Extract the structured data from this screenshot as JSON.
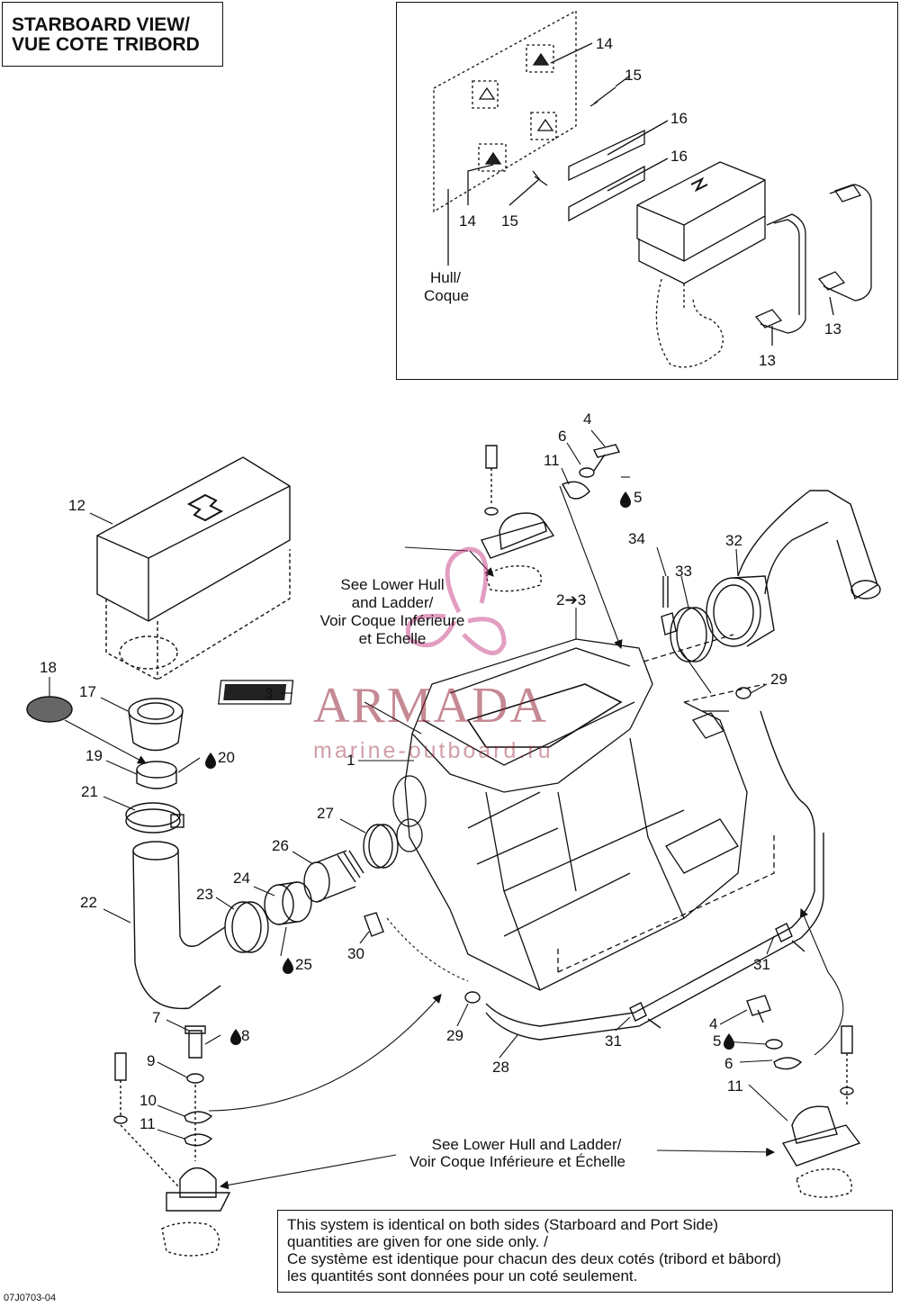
{
  "title": {
    "line1": "STARBOARD VIEW/",
    "line2": "VUE COTE TRIBORD"
  },
  "inset_labels": {
    "hull_line1": "Hull/",
    "hull_line2": "Coque"
  },
  "part_numbers": {
    "p1": "1",
    "p2_3": "2➔3",
    "p3": "3",
    "p4a": "4",
    "p4b": "4",
    "p5a": "5",
    "p5b": "5",
    "p6a": "6",
    "p6b": "6",
    "p7": "7",
    "p8": "8",
    "p9": "9",
    "p10": "10",
    "p11a": "11",
    "p11b": "11",
    "p11c": "11",
    "p12": "12",
    "p13a": "13",
    "p13b": "13",
    "p14a": "14",
    "p14b": "14",
    "p15a": "15",
    "p15b": "15",
    "p16a": "16",
    "p16b": "16",
    "p17": "17",
    "p18": "18",
    "p19": "19",
    "p20": "20",
    "p21": "21",
    "p22": "22",
    "p23": "23",
    "p24": "24",
    "p25": "25",
    "p26": "26",
    "p27": "27",
    "p28": "28",
    "p29a": "29",
    "p29b": "29",
    "p30": "30",
    "p31a": "31",
    "p31b": "31",
    "p32": "32",
    "p33": "33",
    "p34": "34"
  },
  "references": {
    "upper_line1": "See Lower Hull",
    "upper_line2": "and Ladder/",
    "upper_line3": "Voir Coque Inférieure",
    "upper_line4": "et Echelle",
    "lower_line1": "See Lower Hull and Ladder/",
    "lower_line2": "Voir Coque Inférieure et Échelle"
  },
  "note": {
    "line1": "This system is identical on both sides (Starboard and Port Side)",
    "line2": "quantities are given for one side only. /",
    "line3": "Ce système est identique pour chacun des deux cotés (tribord et bâbord)",
    "line4": "les quantités sont données pour un coté seulement."
  },
  "watermark": {
    "brand": "ARMADA",
    "subtitle": "marine-outboard.ru"
  },
  "drawing_code": "07J0703-04",
  "icons": [
    "oil-drop-icon",
    "arrow-icon"
  ],
  "colors": {
    "line": "#111111",
    "watermark": "#96283c"
  }
}
